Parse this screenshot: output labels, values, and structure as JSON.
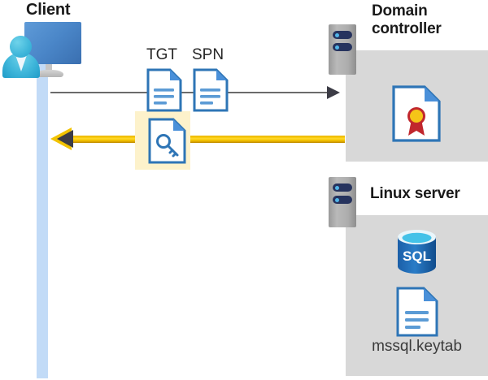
{
  "diagram": {
    "title": "Kerberos authentication flow between client, domain controller and Linux server",
    "type": "sequence-flow"
  },
  "colors": {
    "panel_grey": "#d8d8d8",
    "lifeline_blue": "#c2dbf7",
    "highlight_yellow": "#fdf2cb",
    "arrow_yellow": "#f2c300",
    "arrow_grey": "#6b6b6b",
    "doc_blue": "#2e75b6",
    "sql_blue": "#1f69b3",
    "server_navy": "#26335e",
    "person_cyan": "#3fb6da",
    "monitor_blue": "#4a86c8",
    "seal_red": "#d22b2b",
    "seal_gold": "#f5c518"
  },
  "actors": {
    "client": {
      "label": "Client",
      "icon": "user-monitor-icon"
    },
    "domain_controller": {
      "label": "Domain controller",
      "label_line1": "Domain",
      "label_line2": "controller",
      "icon": "server-rack-icon",
      "contents": [
        {
          "name": "certificate-icon",
          "label": ""
        }
      ]
    },
    "linux_server": {
      "label": "Linux server",
      "icon": "server-rack-icon",
      "contents": [
        {
          "name": "sql-database-icon",
          "label": "SQL"
        },
        {
          "name": "keytab-document-icon",
          "label": "mssql.keytab"
        }
      ]
    }
  },
  "messages": [
    {
      "id": "request",
      "direction": "client-to-domain-controller",
      "style": "grey-thin-arrow",
      "artifacts": [
        {
          "label": "TGT",
          "icon": "document-icon"
        },
        {
          "label": "SPN",
          "icon": "document-icon"
        }
      ]
    },
    {
      "id": "response",
      "direction": "domain-controller-to-client",
      "style": "yellow-thick-arrow",
      "highlighted": true,
      "artifacts": [
        {
          "label": "",
          "icon": "key-document-icon"
        }
      ]
    }
  ],
  "labels": {
    "tgt": "TGT",
    "spn": "SPN",
    "sql": "SQL",
    "keytab_file": "mssql.keytab"
  }
}
